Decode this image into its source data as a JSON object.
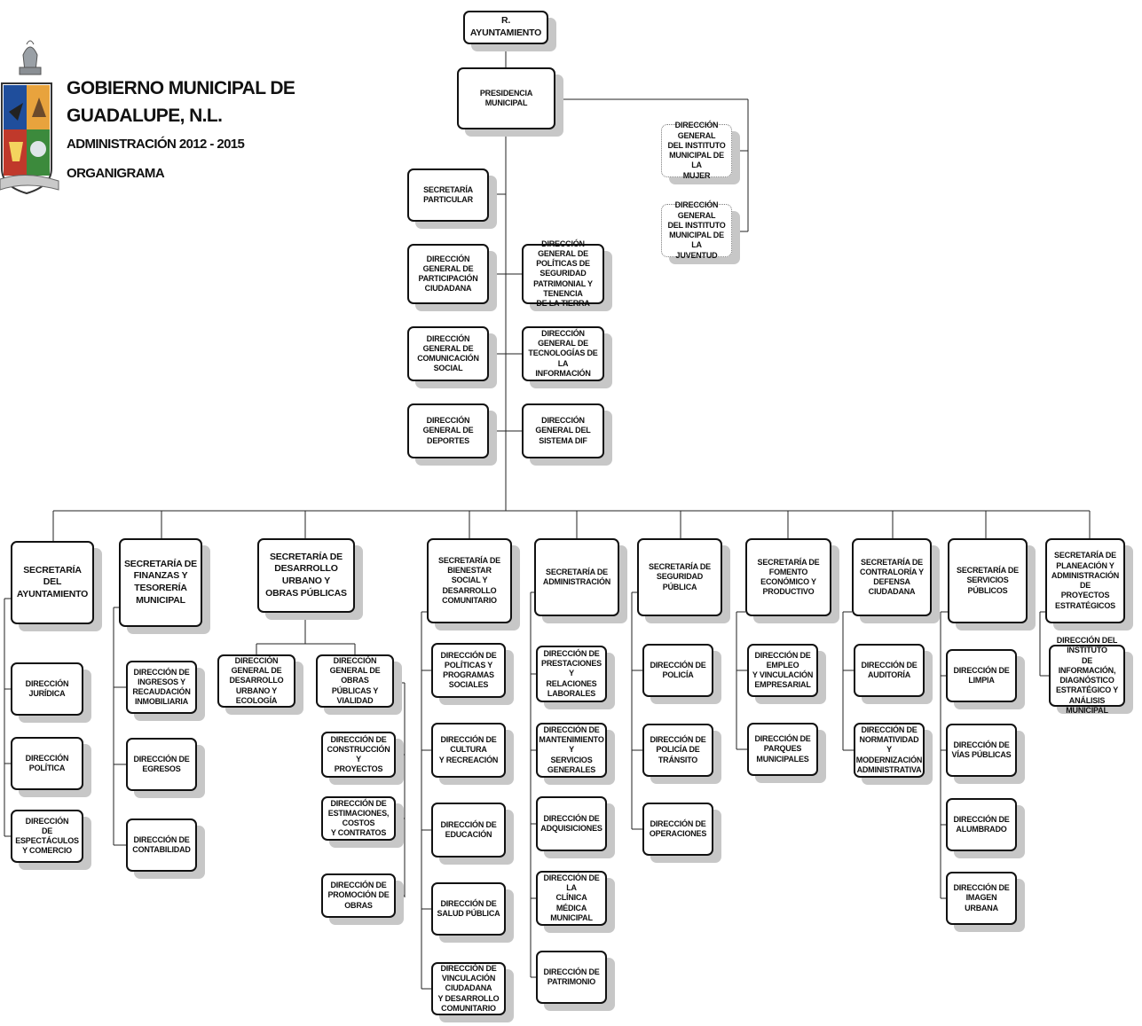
{
  "header": {
    "line1": "GOBIERNO MUNICIPAL DE",
    "line2": "GUADALUPE, N.L.",
    "line3": "ADMINISTRACIÓN 2012 - 2015",
    "line4": "ORGANIGRAMA"
  },
  "seal": {
    "icon": "municipal-coat-of-arms-icon",
    "colors": [
      "#c0392b",
      "#1f4e9c",
      "#e8a33d",
      "#3c8a3c"
    ]
  },
  "nodes": {
    "ayuntamiento": "R. AYUNTAMIENTO",
    "presidencia": "PRESIDENCIA\nMUNICIPAL",
    "inst_mujer": "DIRECCIÓN GENERAL\nDEL INSTITUTO\nMUNICIPAL DE LA\nMUJER",
    "inst_juventud": "DIRECCIÓN GENERAL\nDEL INSTITUTO\nMUNICIPAL DE LA\nJUVENTUD",
    "sec_particular": "SECRETARÍA\nPARTICULAR",
    "dg_participacion": "DIRECCIÓN GENERAL DE\nPARTICIPACIÓN\nCIUDADANA",
    "dg_seguridad_patrimonial": "DIRECCIÓN GENERAL DE\nPOLÍTICAS DE SEGURIDAD\nPATRIMONIAL Y TENENCIA\nDE LA TIERRA",
    "dg_comunicacion": "DIRECCIÓN GENERAL DE\nCOMUNICACIÓN SOCIAL",
    "dg_tecnologias": "DIRECCIÓN GENERAL DE\nTECNOLOGÍAS DE LA\nINFORMACIÓN",
    "dg_deportes": "DIRECCIÓN GENERAL DE\nDEPORTES",
    "dg_dif": "DIRECCIÓN GENERAL DEL\nSISTEMA DIF",
    "s1": "SECRETARÍA DEL\nAYUNTAMIENTO",
    "s1_c1": "DIRECCIÓN\nJURÍDICA",
    "s1_c2": "DIRECCIÓN\nPOLÍTICA",
    "s1_c3": "DIRECCIÓN\nDE ESPECTÁCULOS\nY COMERCIO",
    "s2": "SECRETARÍA DE\nFINANZAS Y\nTESORERÍA\nMUNICIPAL",
    "s2_c1": "DIRECCIÓN DE\nINGRESOS Y\nRECAUDACIÓN\nINMOBILIARIA",
    "s2_c2": "DIRECCIÓN DE\nEGRESOS",
    "s2_c3": "DIRECCIÓN DE\nCONTABILIDAD",
    "s3": "SECRETARÍA DE\nDESARROLLO URBANO Y\nOBRAS PÚBLICAS",
    "s3_dg1": "DIRECCIÓN GENERAL DE\nDESARROLLO URBANO Y\nECOLOGÍA",
    "s3_dg2": "DIRECCIÓN GENERAL DE\nOBRAS PÚBLICAS Y\nVIALIDAD",
    "s3_c1": "DIRECCIÓN DE\nCONSTRUCCIÓN Y\nPROYECTOS",
    "s3_c2": "DIRECCIÓN DE\nESTIMACIONES, COSTOS\nY CONTRATOS",
    "s3_c3": "DIRECCIÓN DE\nPROMOCIÓN DE OBRAS",
    "s4": "SECRETARÍA DE BIENESTAR\nSOCIAL Y DESARROLLO\nCOMUNITARIO",
    "s4_c1": "DIRECCIÓN DE\nPOLÍTICAS Y\nPROGRAMAS SOCIALES",
    "s4_c2": "DIRECCIÓN DE CULTURA\nY RECREACIÓN",
    "s4_c3": "DIRECCIÓN DE\nEDUCACIÓN",
    "s4_c4": "DIRECCIÓN DE\nSALUD PÚBLICA",
    "s4_c5": "DIRECCIÓN DE\nVINCULACIÓN CIUDADANA\nY DESARROLLO\nCOMUNITARIO",
    "s5": "SECRETARÍA DE\nADMINISTRACIÓN",
    "s5_c1": "DIRECCIÓN DE\nPRESTACIONES Y\nRELACIONES\nLABORALES",
    "s5_c2": "DIRECCIÓN DE\nMANTENIMIENTO Y\nSERVICIOS\nGENERALES",
    "s5_c3": "DIRECCIÓN DE\nADQUISICIONES",
    "s5_c4": "DIRECCIÓN DE LA\nCLÍNICA MÉDICA\nMUNICIPAL",
    "s5_c5": "DIRECCIÓN DE\nPATRIMONIO",
    "s6": "SECRETARÍA DE\nSEGURIDAD PÚBLICA",
    "s6_c1": "DIRECCIÓN DE\nPOLICÍA",
    "s6_c2": "DIRECCIÓN DE\nPOLICÍA DE TRÁNSITO",
    "s6_c3": "DIRECCIÓN DE\nOPERACIONES",
    "s7": "SECRETARÍA DE FOMENTO\nECONÓMICO Y PRODUCTIVO",
    "s7_c1": "DIRECCIÓN DE EMPLEO\nY VINCULACIÓN\nEMPRESARIAL",
    "s7_c2": "DIRECCIÓN DE\nPARQUES\nMUNICIPALES",
    "s8": "SECRETARÍA DE\nCONTRALORÍA Y\nDEFENSA CIUDADANA",
    "s8_c1": "DIRECCIÓN DE\nAUDITORÍA",
    "s8_c2": "DIRECCIÓN DE\nNORMATIVIDAD Y\nMODERNIZACIÓN\nADMINISTRATIVA",
    "s9": "SECRETARÍA DE\nSERVICIOS PÚBLICOS",
    "s9_c1": "DIRECCIÓN DE\nLIMPIA",
    "s9_c2": "DIRECCIÓN DE\nVÍAS PÚBLICAS",
    "s9_c3": "DIRECCIÓN DE\nALUMBRADO",
    "s9_c4": "DIRECCIÓN DE\nIMAGEN URBANA",
    "s10": "SECRETARÍA DE\nPLANEACIÓN Y\nADMINISTRACIÓN DE\nPROYECTOS\nESTRATÉGICOS",
    "s10_c1": "DIRECCIÓN DEL INSTITUTO\nDE INFORMACIÓN,\nDIAGNÓSTICO\nESTRATÉGICO Y ANÁLISIS\nMUNICIPAL"
  }
}
